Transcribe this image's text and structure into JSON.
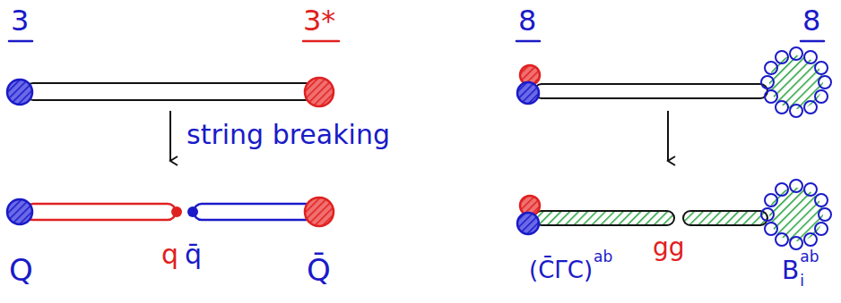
{
  "diagram": {
    "labels": [
      "3",
      "3*",
      "string breaking",
      "Q",
      "q",
      "q̄",
      "Q̄",
      "8",
      "8",
      "(C̄ΓC)",
      "ab",
      "gg",
      "B",
      "ab",
      "i"
    ]
  }
}
